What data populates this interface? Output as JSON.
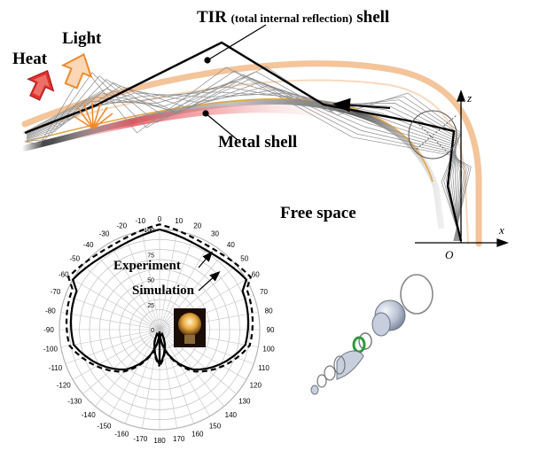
{
  "labels": {
    "tir_main": "TIR",
    "tir_paren": "(total internal reflection)",
    "tir_shell": "shell",
    "heat": "Heat",
    "light": "Light",
    "metal_shell": "Metal shell",
    "free_space": "Free space",
    "axis_z": "z",
    "axis_x": "x",
    "origin": "O",
    "experiment": "Experiment",
    "simulation": "Simulation"
  },
  "colors": {
    "heat_arrow": "#e0322b",
    "light_arrow": "#f3a56a",
    "metal_glow": "#e8505a",
    "tir_outline": "#f2b47a",
    "lamp_ring": "#2e9a3a",
    "lamp_bulb": "#b9c2d2"
  },
  "polar": {
    "angle_labels": [
      "0",
      "10",
      "20",
      "30",
      "40",
      "50",
      "60",
      "70",
      "80",
      "90",
      "100",
      "110",
      "120",
      "130",
      "140",
      "150",
      "160",
      "170",
      "180",
      "-170",
      "-160",
      "-150",
      "-140",
      "-130",
      "-120",
      "-110",
      "-100",
      "-90",
      "-80",
      "-70",
      "-60",
      "-50",
      "-40",
      "-30",
      "-20",
      "-10"
    ],
    "radial_labels": [
      "100",
      "75",
      "50",
      "25",
      "0"
    ]
  }
}
